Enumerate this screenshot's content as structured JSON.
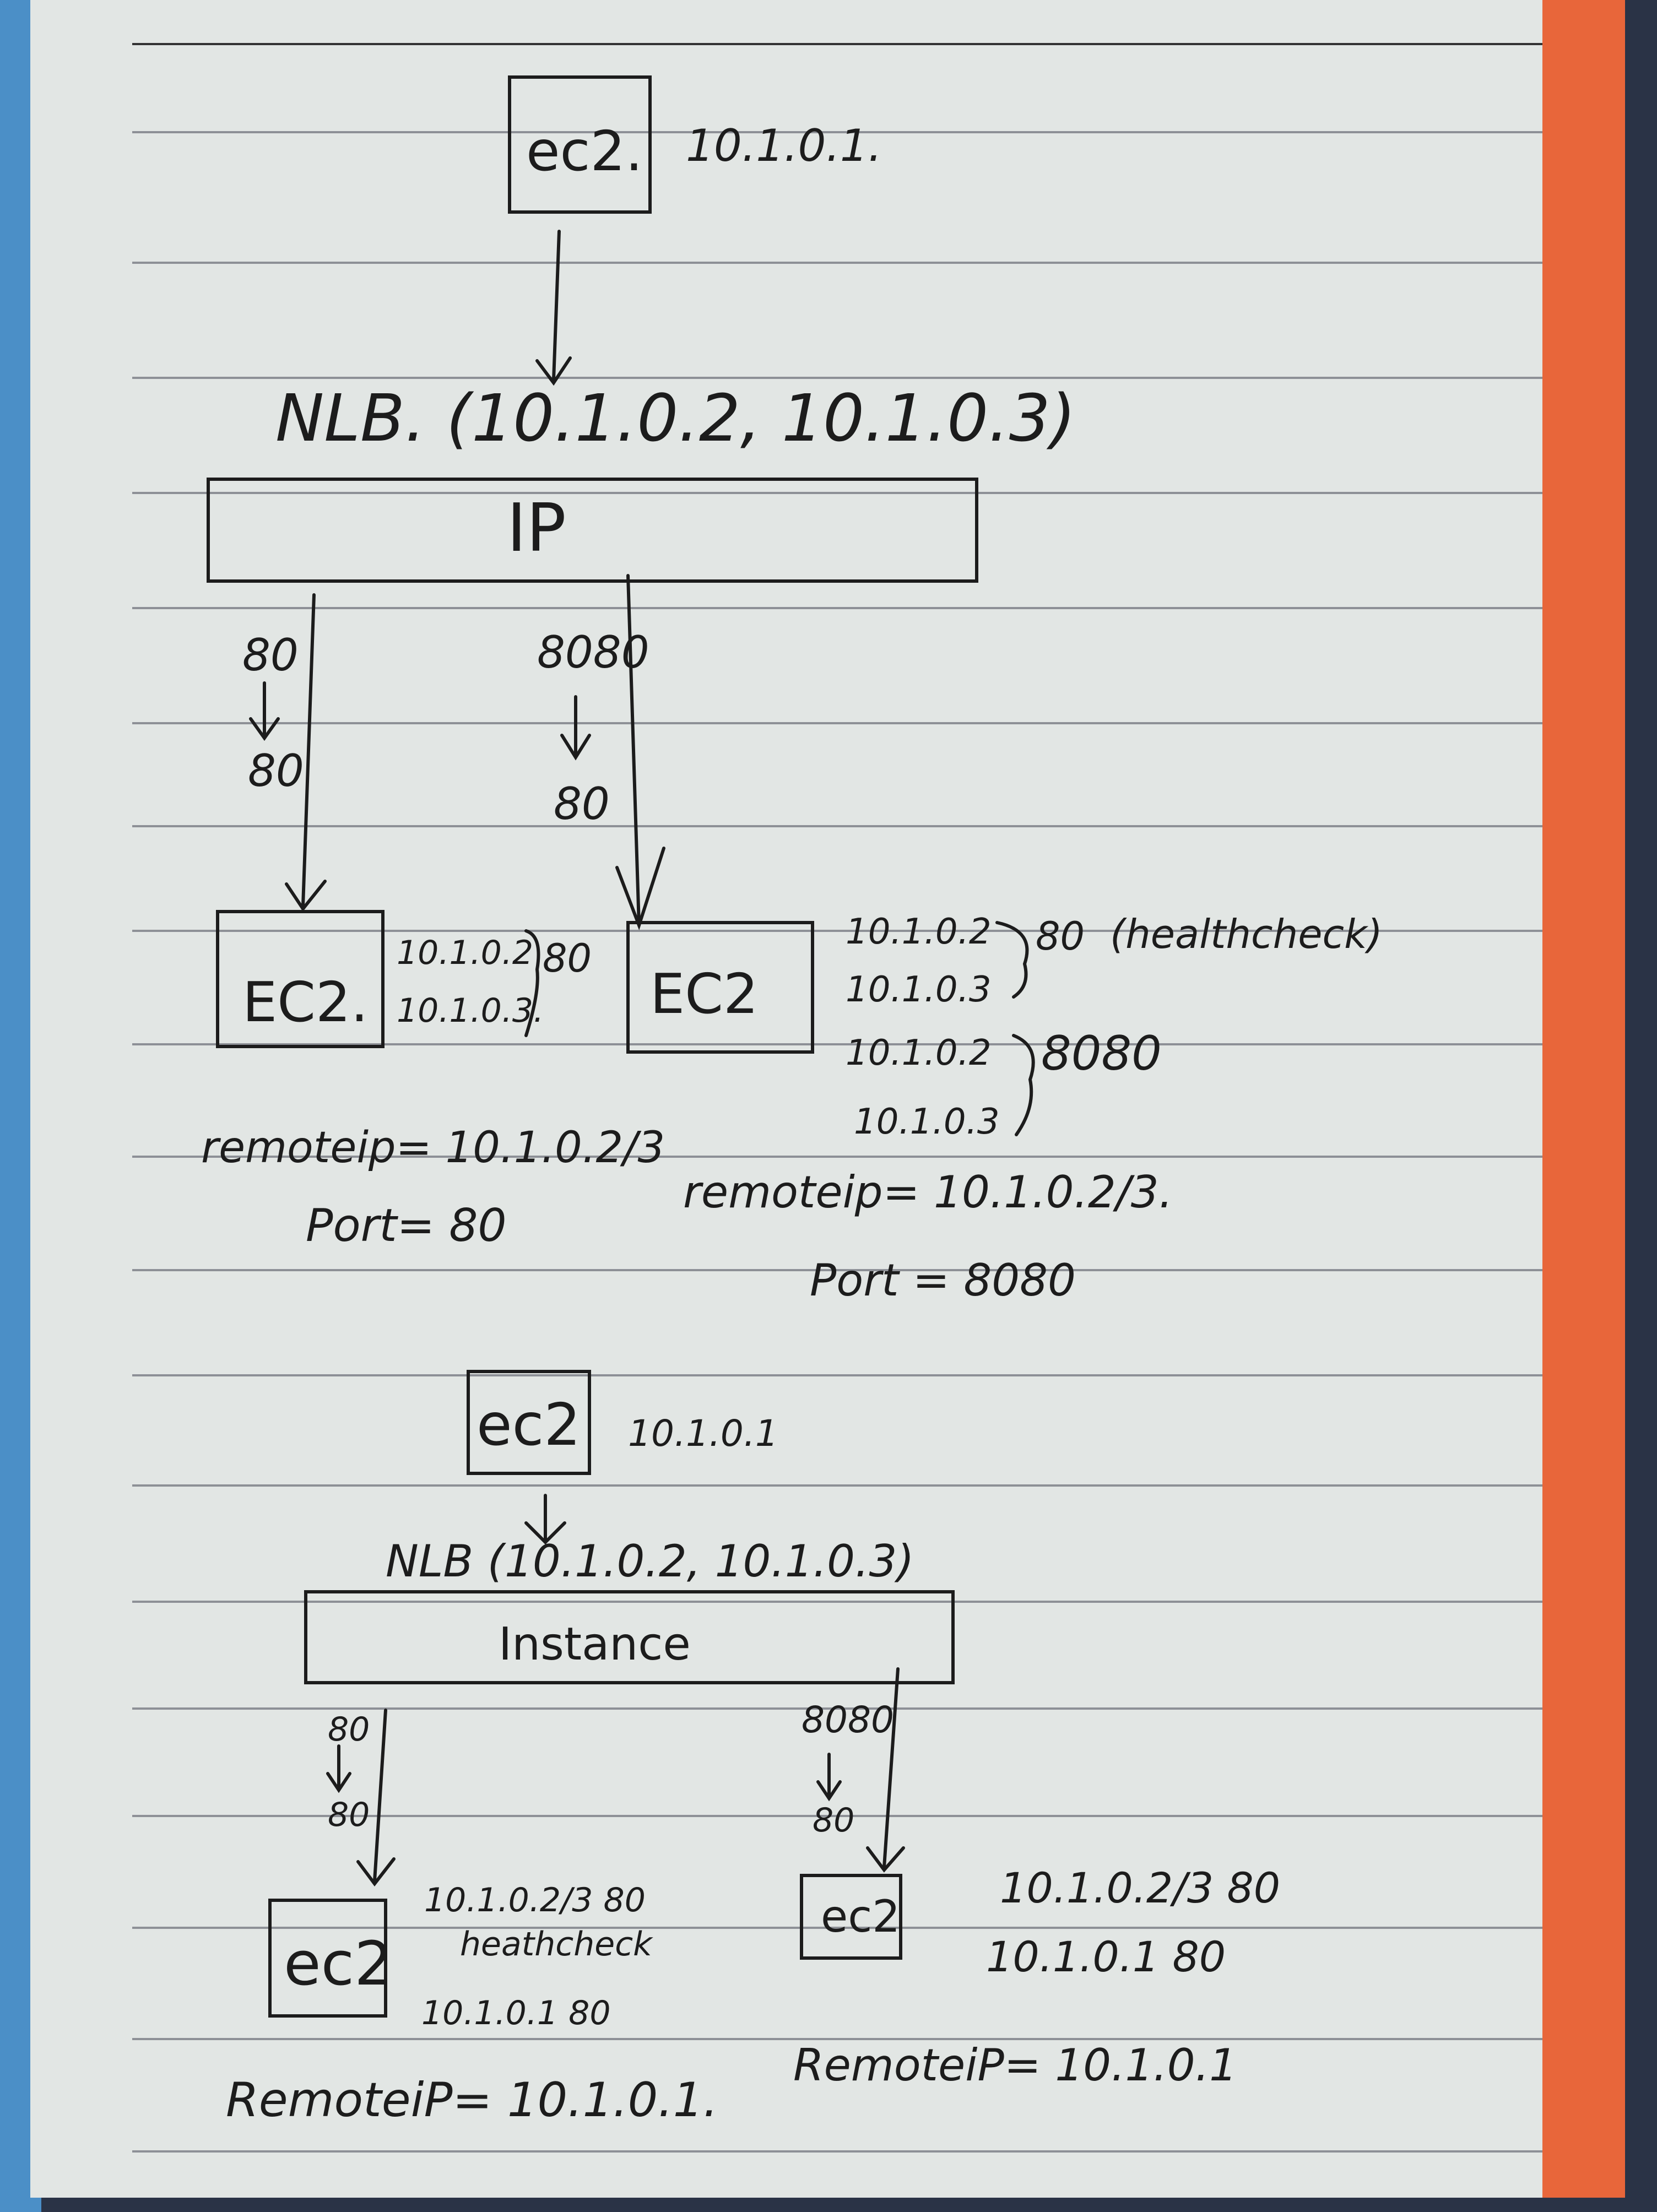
{
  "ip_diagram": {
    "client": {
      "label": "ec2.",
      "ip": "10.1.0.1."
    },
    "nlb": {
      "label": "NLB. (10.1.0.2, 10.1.0.3)"
    },
    "target_type": "IP",
    "left_port_map": {
      "from": "80",
      "to": "80"
    },
    "right_port_map": {
      "from": "8080",
      "to": "80"
    },
    "left_target": {
      "label": "EC2.",
      "sources": [
        "10.1.0.2",
        "10.1.0.3."
      ],
      "port": "80",
      "remote_ip": "remoteip= 10.1.0.2/3",
      "port_note": "Port= 80"
    },
    "right_target": {
      "label": "EC2",
      "sources_a": [
        "10.1.0.2",
        "10.1.0.3"
      ],
      "port_a": "80",
      "healthcheck_note": "(healthcheck)",
      "sources_b": [
        "10.1.0.2",
        "10.1.0.3"
      ],
      "port_b": "8080",
      "remote_ip": "remoteip= 10.1.0.2/3.",
      "port_note": "Port = 8080"
    }
  },
  "instance_diagram": {
    "client": {
      "label": "ec2",
      "ip": "10.1.0.1"
    },
    "nlb": {
      "label": "NLB (10.1.0.2, 10.1.0.3)"
    },
    "target_type": "Instance",
    "left_port_map": {
      "from": "80",
      "to": "80"
    },
    "right_port_map": {
      "from": "8080",
      "to": "80"
    },
    "left_target": {
      "label": "ec2",
      "line1": "10.1.0.2/3 80",
      "line2": "heathcheck",
      "line3": "10.1.0.1 80",
      "remote_ip": "RemoteiP= 10.1.0.1."
    },
    "right_target": {
      "label": "ec2",
      "line1": "10.1.0.2/3 80",
      "line2": "10.1.0.1 80",
      "remote_ip": "RemoteiP= 10.1.0.1"
    }
  },
  "colors": {
    "paper": "#e2e6e4",
    "ruling": "#8d9096",
    "ink": "#1c1c1c",
    "band": "#e8663a",
    "cover": "#4b8fc7",
    "backdrop": "#2a3346"
  }
}
